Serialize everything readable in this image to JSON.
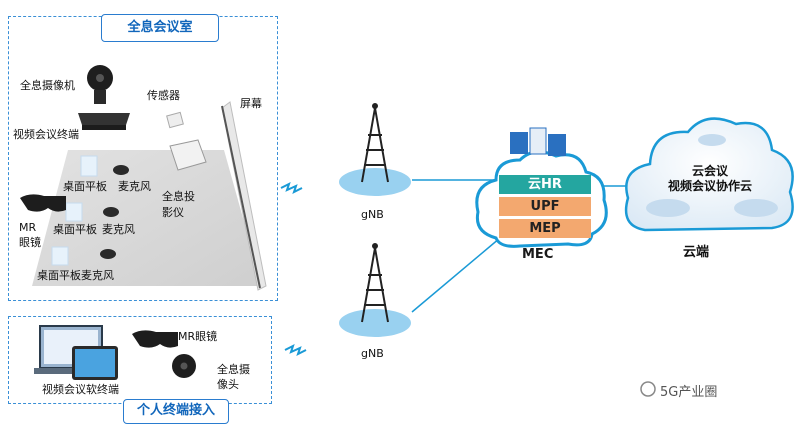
{
  "holographic_room": {
    "title": "全息会议室",
    "camera": "全息摄像机",
    "terminal": "视频会议终端",
    "sensor": "传感器",
    "screen": "屏幕",
    "tablet_1": "桌面平板",
    "mic_1": "麦克风",
    "mr_glasses": "MR眼镜",
    "tablet_2": "桌面平板",
    "mic_2": "麦克风",
    "projector": "全息投影仪",
    "tablet_mic_3": "桌面平板麦克风"
  },
  "personal_access": {
    "title": "个人终端接入",
    "mr_glasses": "MR眼镜",
    "soft_terminal": "视频会议软终端",
    "camera": "全息摄像头"
  },
  "network": {
    "gnb_top": "gNB",
    "gnb_bottom": "gNB"
  },
  "mec": {
    "layers": [
      "云HR",
      "UPF",
      "MEP"
    ],
    "label": "MEC"
  },
  "cloud": {
    "line1": "云会议",
    "line2": "视频会议协作云",
    "label": "云端"
  },
  "watermark": "5G产业圈",
  "colors": {
    "accent_blue": "#2a7ccf",
    "teal": "#24a6a0",
    "orange": "#f3a86f",
    "cloud_stroke": "#1a9ad6"
  }
}
